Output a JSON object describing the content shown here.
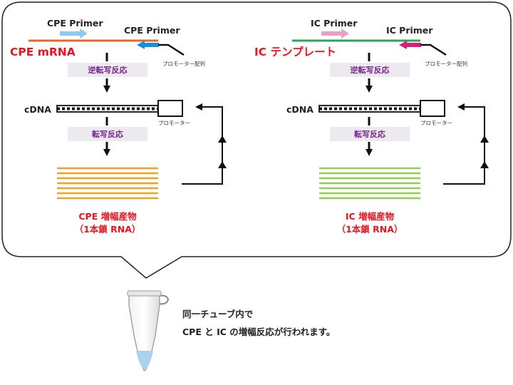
{
  "panels": [
    {
      "id": "cpe",
      "primer_forward": "CPE Primer",
      "primer_reverse": "CPE Primer",
      "template_label": "CPE mRNA",
      "promoter_seq_label": "プロモーター配列",
      "step1_label": "逆転写反応",
      "cdna_label": "cDNA",
      "promoter_label": "プロモーター",
      "step2_label": "転写反応",
      "product_line1": "CPE 増幅産物",
      "product_line2": "（1本鎖 RNA）",
      "colors": {
        "strand": "#e8672b",
        "fwd_arrow": "#8ccbe9",
        "rev_arrow": "#1a8fd9",
        "product": "#f4a21e"
      }
    },
    {
      "id": "ic",
      "primer_forward": "IC Primer",
      "primer_reverse": "IC Primer",
      "template_label": "IC テンプレート",
      "promoter_seq_label": "プロモーター配列",
      "step1_label": "逆転写反応",
      "cdna_label": "cDNA",
      "promoter_label": "プロモーター",
      "step2_label": "転写反応",
      "product_line1": "IC 増幅産物",
      "product_line2": "（1本鎖 RNA）",
      "colors": {
        "strand": "#2aa657",
        "fwd_arrow": "#e7a0c8",
        "rev_arrow": "#d61f7a",
        "product": "#8fd14f"
      }
    }
  ],
  "note": {
    "line1": "同一チューブ内で",
    "line2": "CPE と IC の増幅反応が行われます。"
  },
  "colors": {
    "step_bg": "#ece9ef",
    "step_text": "#7b2590",
    "title_red": "#e8151e",
    "tube_liquid": "#a9d2ee"
  }
}
